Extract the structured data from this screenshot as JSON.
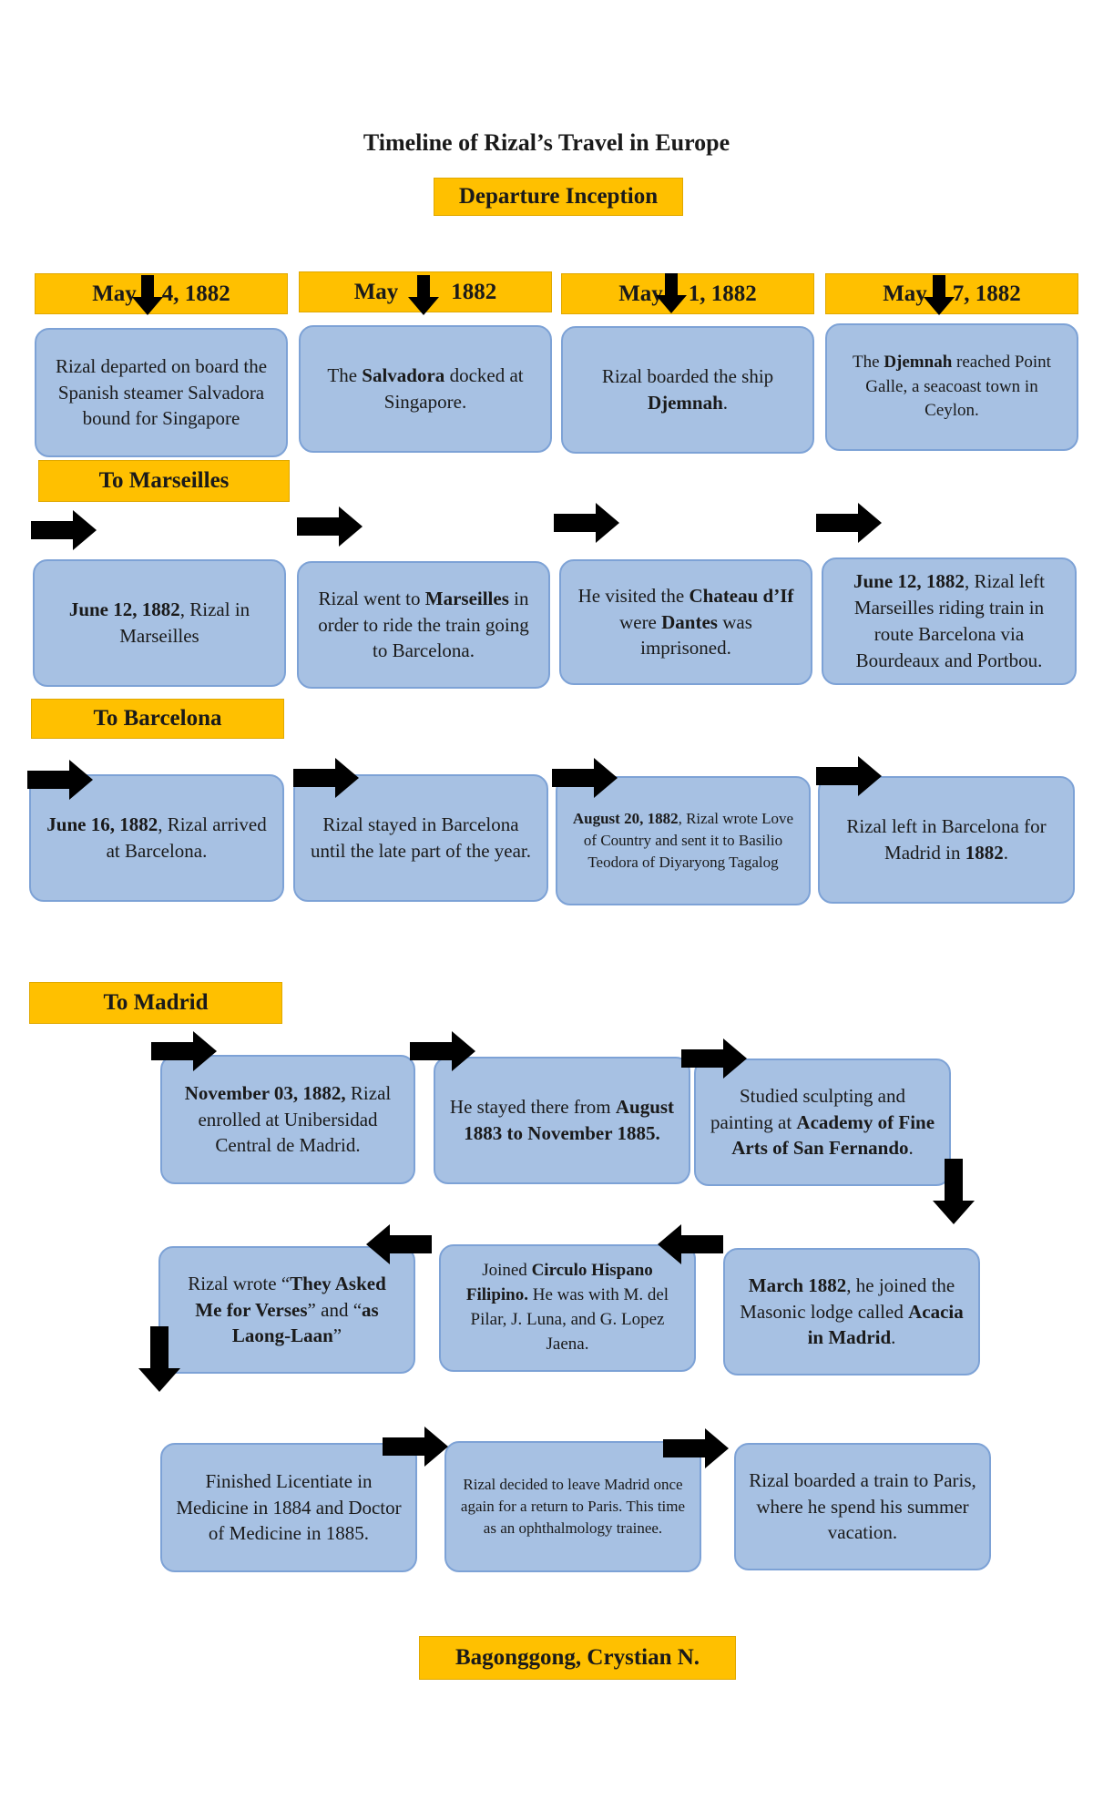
{
  "title": "Timeline of Rizal’s Travel in Europe",
  "sections": {
    "departure": "Departure Inception",
    "marseilles": "To Marseilles",
    "barcelona": "To Barcelona",
    "madrid": "To Madrid"
  },
  "dates": [
    {
      "a": "May",
      "b": "4, 1882"
    },
    {
      "a": "May",
      "b": "1882"
    },
    {
      "a": "May",
      "b": "1, 1882"
    },
    {
      "a": "May",
      "b": "7, 1882"
    }
  ],
  "departure_boxes": [
    [
      {
        "t": "Rizal departed on board the Spanish steamer Salvadora bound for Singapore"
      }
    ],
    [
      {
        "t": "The "
      },
      {
        "t": "Salvadora",
        "b": true
      },
      {
        "t": " docked at Singapore."
      }
    ],
    [
      {
        "t": "Rizal boarded the ship "
      },
      {
        "t": "Djemnah",
        "b": true
      },
      {
        "t": "."
      }
    ],
    [
      {
        "t": "The "
      },
      {
        "t": "Djemnah",
        "b": true
      },
      {
        "t": " reached Point Galle, a seacoast town in Ceylon."
      }
    ]
  ],
  "marseilles_boxes": [
    [
      {
        "t": "June 12, 1882",
        "b": true
      },
      {
        "t": ", Rizal in Marseilles"
      }
    ],
    [
      {
        "t": "Rizal went to "
      },
      {
        "t": "Marseilles",
        "b": true
      },
      {
        "t": " in order to ride the train going to Barcelona."
      }
    ],
    [
      {
        "t": "He visited the "
      },
      {
        "t": "Chateau d’If",
        "b": true
      },
      {
        "t": " were "
      },
      {
        "t": "Dantes",
        "b": true
      },
      {
        "t": " was imprisoned."
      }
    ],
    [
      {
        "t": "June 12, 1882",
        "b": true
      },
      {
        "t": ", Rizal left Marseilles riding train in route Barcelona via Bourdeaux and Portbou."
      }
    ]
  ],
  "barcelona_boxes": [
    [
      {
        "t": "June 16, 1882",
        "b": true
      },
      {
        "t": ", Rizal arrived at Barcelona."
      }
    ],
    [
      {
        "t": "Rizal stayed in Barcelona until the late part of the year."
      }
    ],
    [
      {
        "t": "August 20, 1882",
        "b": true
      },
      {
        "t": ", Rizal wrote Love of Country and sent it to Basilio Teodora of Diyaryong Tagalog"
      }
    ],
    [
      {
        "t": "Rizal left in Barcelona for Madrid in "
      },
      {
        "t": "1882",
        "b": true
      },
      {
        "t": "."
      }
    ]
  ],
  "madrid_boxes": [
    [
      {
        "t": "November 03, 1882,",
        "b": true
      },
      {
        "t": " Rizal enrolled at Unibersidad Central de Madrid."
      }
    ],
    [
      {
        "t": "He stayed there from "
      },
      {
        "t": "August 1883 to November 1885.",
        "b": true
      }
    ],
    [
      {
        "t": "Studied sculpting and painting at "
      },
      {
        "t": "Academy of Fine Arts of San Fernando",
        "b": true
      },
      {
        "t": "."
      }
    ],
    [
      {
        "t": "March 1882",
        "b": true
      },
      {
        "t": ", he joined the Masonic lodge called "
      },
      {
        "t": "Acacia in Madrid",
        "b": true
      },
      {
        "t": "."
      }
    ],
    [
      {
        "t": "Joined "
      },
      {
        "t": "Circulo Hispano Filipino.",
        "b": true
      },
      {
        "t": " He was with M. del Pilar, J. Luna, and G. Lopez Jaena."
      }
    ],
    [
      {
        "t": "Rizal wrote “"
      },
      {
        "t": "They Asked Me for Verses",
        "b": true
      },
      {
        "t": "” and “"
      },
      {
        "t": "as Laong-Laan",
        "b": true
      },
      {
        "t": "”"
      }
    ],
    [
      {
        "t": "Finished Licentiate in Medicine in 1884 and Doctor of Medicine in 1885."
      }
    ],
    [
      {
        "t": "Rizal decided to leave Madrid once again for a return to Paris. This time as an ophthalmology trainee."
      }
    ],
    [
      {
        "t": "Rizal boarded a train to Paris, where he spend his summer vacation."
      }
    ]
  ],
  "author": "Bagonggong, Crystian N.",
  "colors": {
    "label": "#ffc000",
    "box": "#a7c1e3",
    "box_border": "#7da2d6",
    "arrow": "#000000"
  }
}
